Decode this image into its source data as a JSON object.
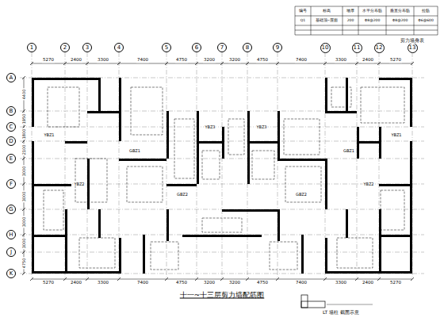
{
  "diagram": {
    "title": "十一~十三层剪力墙配筋图",
    "nodes": [
      {
        "text": [
          "1"
        ]
      },
      {
        "text": [
          "2"
        ]
      },
      {
        "text": [
          "3"
        ]
      },
      {
        "text": [
          "4"
        ]
      },
      {
        "text": [
          "5"
        ]
      },
      {
        "text": [
          "6"
        ]
      },
      {
        "text": [
          "7"
        ]
      },
      {
        "text": [
          "8"
        ]
      },
      {
        "text": [
          "9"
        ]
      },
      {
        "text": [
          "10"
        ]
      },
      {
        "text": [
          "11"
        ]
      },
      {
        "text": [
          "12"
        ]
      },
      {
        "text": [
          "13"
        ]
      },
      {
        "text": [
          "A"
        ]
      },
      {
        "text": [
          "B"
        ]
      },
      {
        "text": [
          "C"
        ]
      },
      {
        "text": [
          "D"
        ]
      },
      {
        "text": [
          "E"
        ]
      },
      {
        "text": [
          "F"
        ]
      },
      {
        "text": [
          "G"
        ]
      },
      {
        "text": [
          "H"
        ]
      },
      {
        "text": [
          "J"
        ]
      },
      {
        "text": [
          "K"
        ]
      }
    ],
    "labels": [
      "5270",
      "2400",
      "3300",
      "7400",
      "4750",
      "3200",
      "3200",
      "4750",
      "7400",
      "3300",
      "2400",
      "5270",
      "5270",
      "2400",
      "3300",
      "7400",
      "4750",
      "3200",
      "3200",
      "4750",
      "7400",
      "3300",
      "2400",
      "5270",
      "4400",
      "1950",
      "1800",
      "2100",
      "3000",
      "3000",
      "3000",
      "3000",
      "4750",
      "YBZ1",
      "YBZ2",
      "GBZ1",
      "GBZ2",
      "YBZ3",
      "YBZ3",
      "GBZ2",
      "GBZ1",
      "YBZ2",
      "YBZ1",
      "编号",
      "标高",
      "墙厚",
      "水平分布筋",
      "垂直分布筋",
      "拉筋",
      "Q1",
      "基础顶~屋面",
      "200",
      "Φ8@200",
      "Φ8@200",
      "Φ6@600",
      "剪力墙身表",
      "LT 墙柱 截面示意"
    ]
  }
}
